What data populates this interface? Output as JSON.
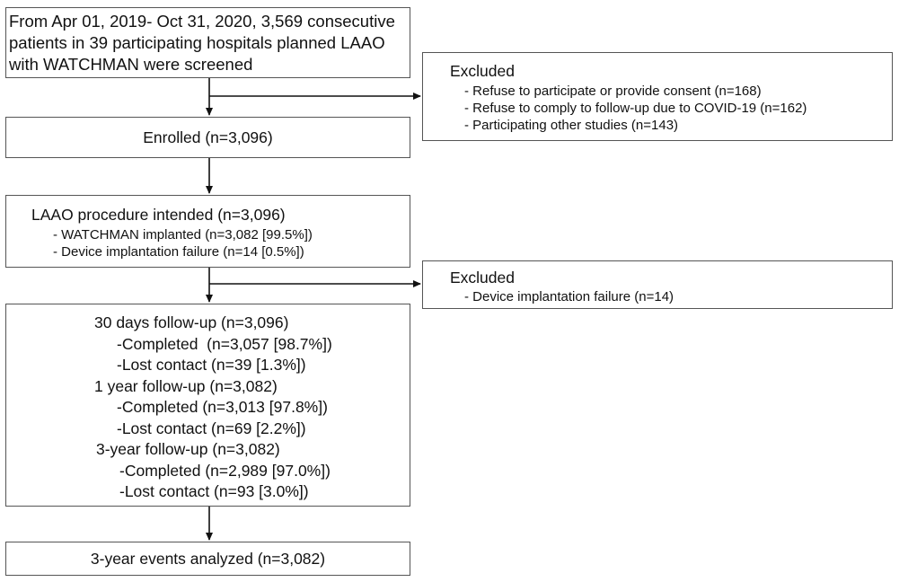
{
  "screening": {
    "lines": [
      "From Apr 01, 2019- Oct 31, 2020, 3,569 consecutive",
      "patients in 39 participating hospitals planned LAAO",
      "with WATCHMAN were screened"
    ]
  },
  "excluded_1": {
    "title": "Excluded",
    "items": [
      "- Refuse to participate or provide consent (n=168)",
      "- Refuse to comply to follow-up due to COVID-19 (n=162)",
      "- Participating other studies (n=143)"
    ]
  },
  "enrolled": {
    "label": "Enrolled (n=3,096)"
  },
  "procedure": {
    "title": "LAAO procedure intended (n=3,096)",
    "items": [
      "- WATCHMAN implanted (n=3,082 [99.5%])",
      "- Device implantation failure (n=14 [0.5%])"
    ]
  },
  "excluded_2": {
    "title": "Excluded",
    "items": [
      "- Device implantation failure (n=14)"
    ]
  },
  "followup": {
    "lines": [
      "30 days follow-up (n=3,096)",
      "-Completed  (n=3,057 [98.7%])",
      "-Lost contact (n=39 [1.3%])",
      "1 year follow-up (n=3,082)",
      "-Completed (n=3,013 [97.8%])",
      "-Lost contact (n=69 [2.2%])",
      "3-year follow-up (n=3,082)",
      "-Completed (n=2,989 [97.0%])",
      "-Lost contact (n=93 [3.0%])"
    ]
  },
  "analyzed": {
    "label": "3-year events analyzed (n=3,082)"
  },
  "colors": {
    "border": "#555555",
    "arrow": "#111111",
    "text": "#111111"
  }
}
